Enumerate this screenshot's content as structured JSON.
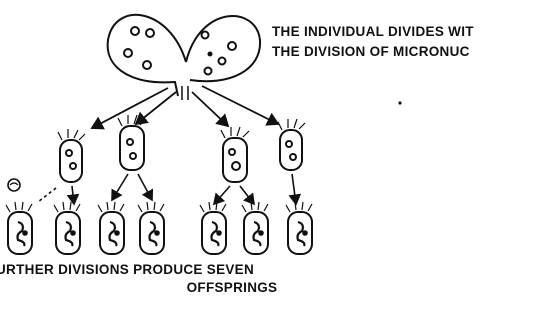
{
  "caption_top": {
    "line1": "THE INDIVIDUAL DIVIDES WIT",
    "line2": "THE DIVISION OF MICRONUC"
  },
  "caption_bottom": {
    "line1": "URTHER DIVISIONS PRODUCE SEVEN",
    "line2": "OFFSPRINGS"
  },
  "generations": {
    "parent_count": 1,
    "daughter_count": 4,
    "offspring_count": 7
  }
}
